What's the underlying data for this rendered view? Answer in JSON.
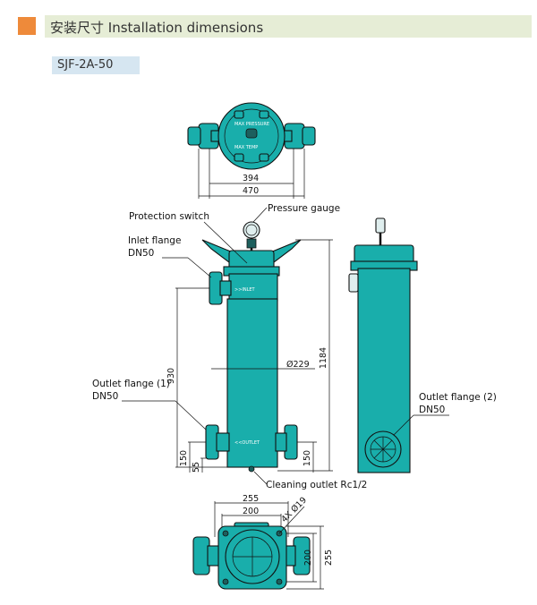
{
  "header": {
    "title": "安装尺寸 Installation dimensions",
    "accent": "#ee8a3a",
    "bar_color": "#e6edd6"
  },
  "model": {
    "name": "SJF-2A-50",
    "bg": "#d6e6f1"
  },
  "colors": {
    "body": "#19aeab",
    "outline": "#111111"
  },
  "labels": {
    "protection_switch": "Protection switch",
    "pressure_gauge": "Pressure gauge",
    "inlet_flange": "Inlet flange",
    "inlet_dn": "DN50",
    "outlet_flange_1": "Outlet flange (1)",
    "outlet_1_dn": "DN50",
    "outlet_flange_2": "Outlet flange (2)",
    "outlet_2_dn": "DN50",
    "cleaning_outlet": "Cleaning outlet Rc1/2",
    "inlet_mark": ">>INLET",
    "outlet_mark": "<<OUTLET"
  },
  "dimensions": {
    "top_inner": "394",
    "top_outer": "470",
    "height_930": "930",
    "diameter": "Ø229",
    "height_1184": "1184",
    "d150_left": "150",
    "d55": "55",
    "d150_right": "150",
    "bottom_255_w": "255",
    "bottom_200_w": "200",
    "holes": "4X Ø19",
    "bottom_200_h": "200",
    "bottom_255_h": "255"
  }
}
